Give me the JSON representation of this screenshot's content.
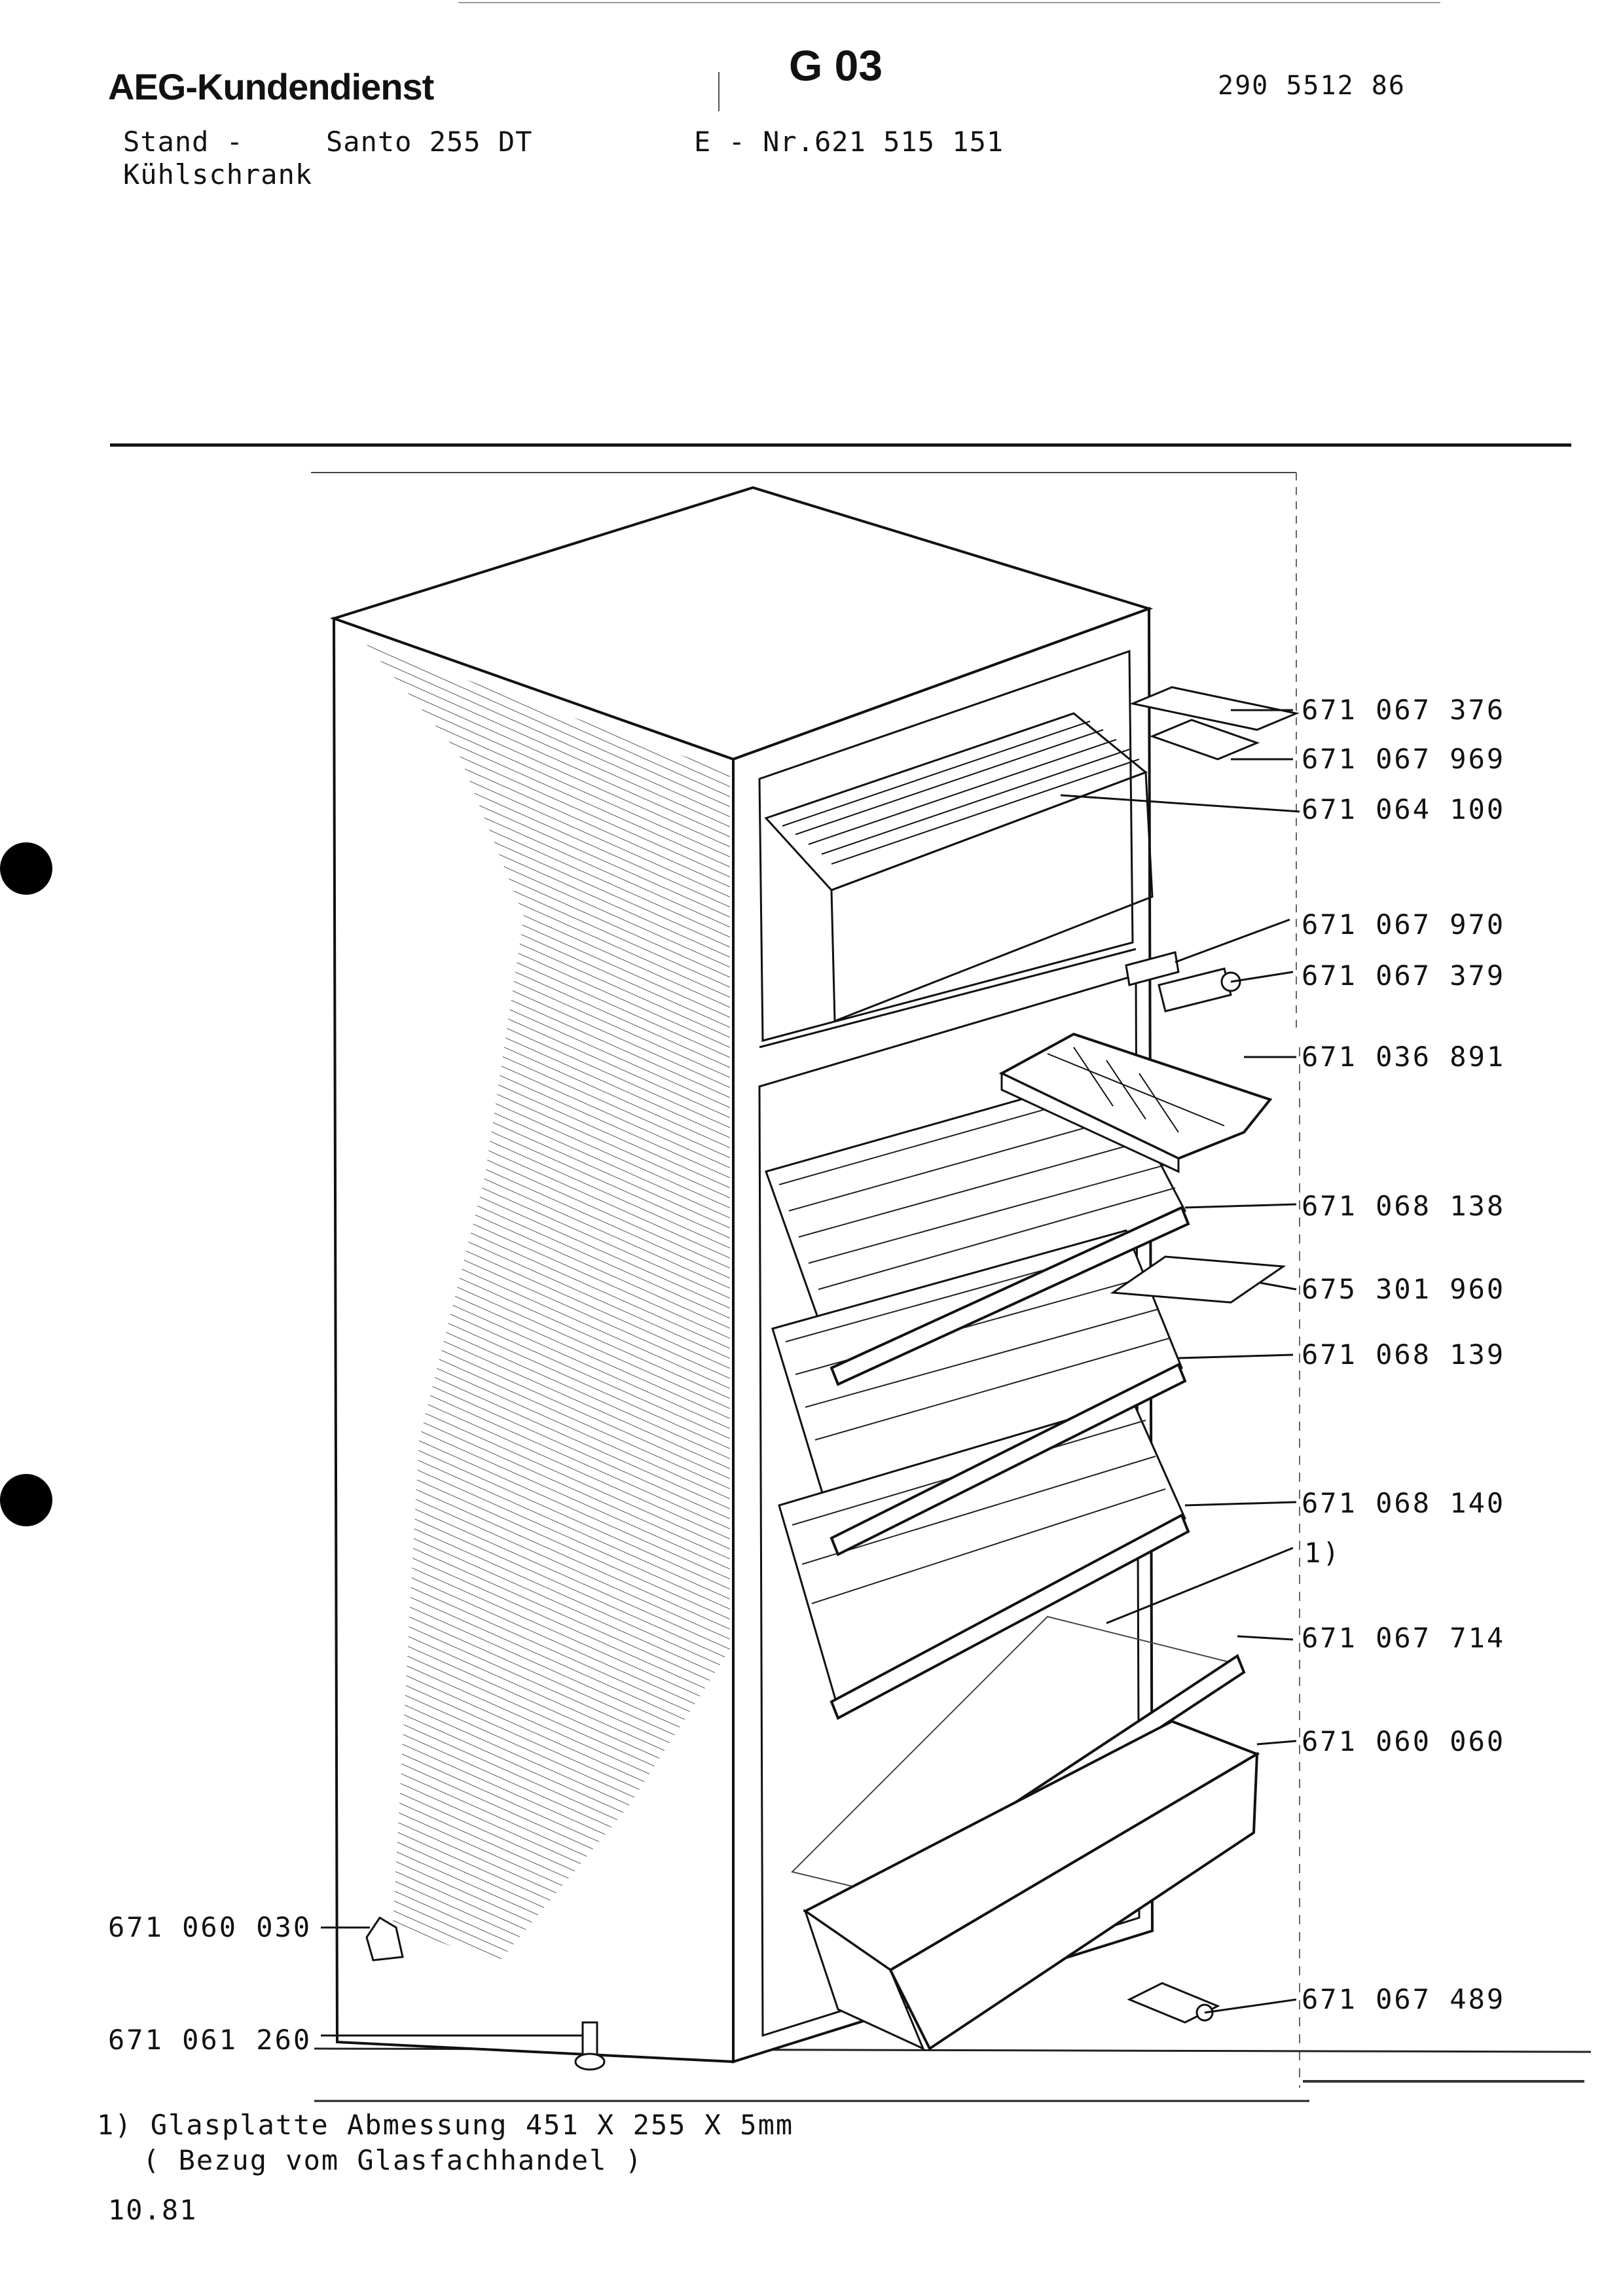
{
  "header": {
    "brand": "AEG-Kundendienst",
    "sheet_code": "G 03",
    "document_number": "290 5512 86",
    "stand_label": "Stand -",
    "model": "Santo 255 DT",
    "e_number": "E - Nr.621 515 151",
    "product_type": "Kühlschrank"
  },
  "parts": [
    {
      "number": "671 067 376"
    },
    {
      "number": "671 067 969"
    },
    {
      "number": "671 064 100"
    },
    {
      "number": "671 067 970"
    },
    {
      "number": "671 067 379"
    },
    {
      "number": "671 036 891"
    },
    {
      "number": "671 068 138"
    },
    {
      "number": "675 301 960"
    },
    {
      "number": "671 068 139"
    },
    {
      "number": "671 068 140"
    },
    {
      "number": "1)"
    },
    {
      "number": "671 067 714"
    },
    {
      "number": "671 060 060"
    },
    {
      "number": "671 067 489"
    },
    {
      "number": "671 060 030"
    },
    {
      "number": "671 061 260"
    }
  ],
  "footnote": {
    "line1": "1) Glasplatte Abmessung 451 X 255 X 5mm",
    "line2": "( Bezug vom Glasfachhandel )"
  },
  "date": "10.81"
}
